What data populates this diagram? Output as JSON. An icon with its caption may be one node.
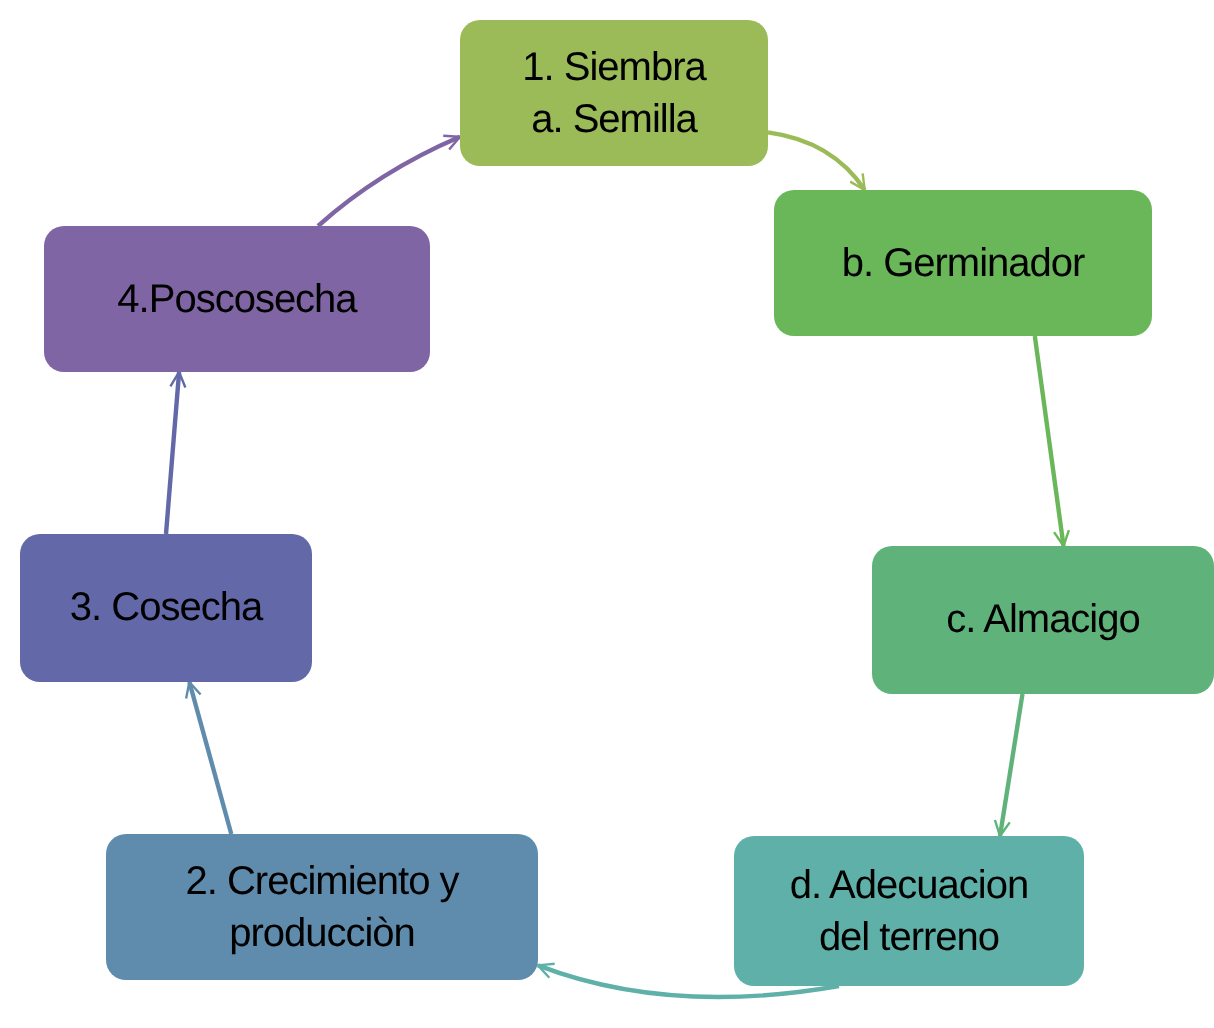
{
  "diagram": {
    "nodes": [
      {
        "text": [
          "1. Siembra",
          "a. Semilla"
        ]
      },
      {
        "text": [
          "b. Germinador"
        ]
      },
      {
        "text": [
          "c. Almacigo"
        ]
      },
      {
        "text": [
          "d. Adecuacion del terreno"
        ]
      },
      {
        "text": [
          "2. Crecimiento y producciòn"
        ]
      },
      {
        "text": [
          "3. Cosecha"
        ]
      },
      {
        "text": [
          "4.Poscosecha"
        ]
      }
    ],
    "edges": [
      {
        "from": 0,
        "to": 1,
        "arrow": "to",
        "color": "#9bbb59"
      },
      {
        "from": 1,
        "to": 2,
        "arrow": "to",
        "color": "#6ab75a"
      },
      {
        "from": 2,
        "to": 3,
        "arrow": "to",
        "color": "#5fb37a"
      },
      {
        "from": 3,
        "to": 4,
        "arrow": "to",
        "color": "#5fb0a8"
      },
      {
        "from": 4,
        "to": 5,
        "arrow": "to",
        "color": "#5f8cad"
      },
      {
        "from": 5,
        "to": 6,
        "arrow": "to",
        "color": "#6268a8"
      },
      {
        "from": 6,
        "to": 0,
        "arrow": "to",
        "color": "#7f65a3"
      }
    ]
  }
}
